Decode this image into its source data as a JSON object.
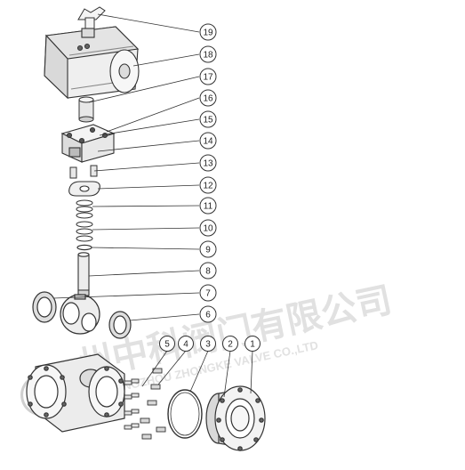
{
  "callouts": [
    {
      "label": "19"
    },
    {
      "label": "18"
    },
    {
      "label": "17"
    },
    {
      "label": "16"
    },
    {
      "label": "15"
    },
    {
      "label": "14"
    },
    {
      "label": "13"
    },
    {
      "label": "12"
    },
    {
      "label": "11"
    },
    {
      "label": "10"
    },
    {
      "label": "9"
    },
    {
      "label": "8"
    },
    {
      "label": "7"
    },
    {
      "label": "6"
    },
    {
      "label": "5"
    },
    {
      "label": "4"
    },
    {
      "label": "3"
    },
    {
      "label": "2"
    },
    {
      "label": "1"
    }
  ],
  "watermark": {
    "cn_text": "州中科阀门有限公司",
    "en_text": "ANGZHOU ZHONGKE VALVE CO.,LTD",
    "logo_text": "中科",
    "color": "#c9c9c9"
  },
  "colors": {
    "line": "#333333",
    "fill": "#f4f4f4",
    "shade": "#dcdcdc",
    "dark": "#555555"
  }
}
